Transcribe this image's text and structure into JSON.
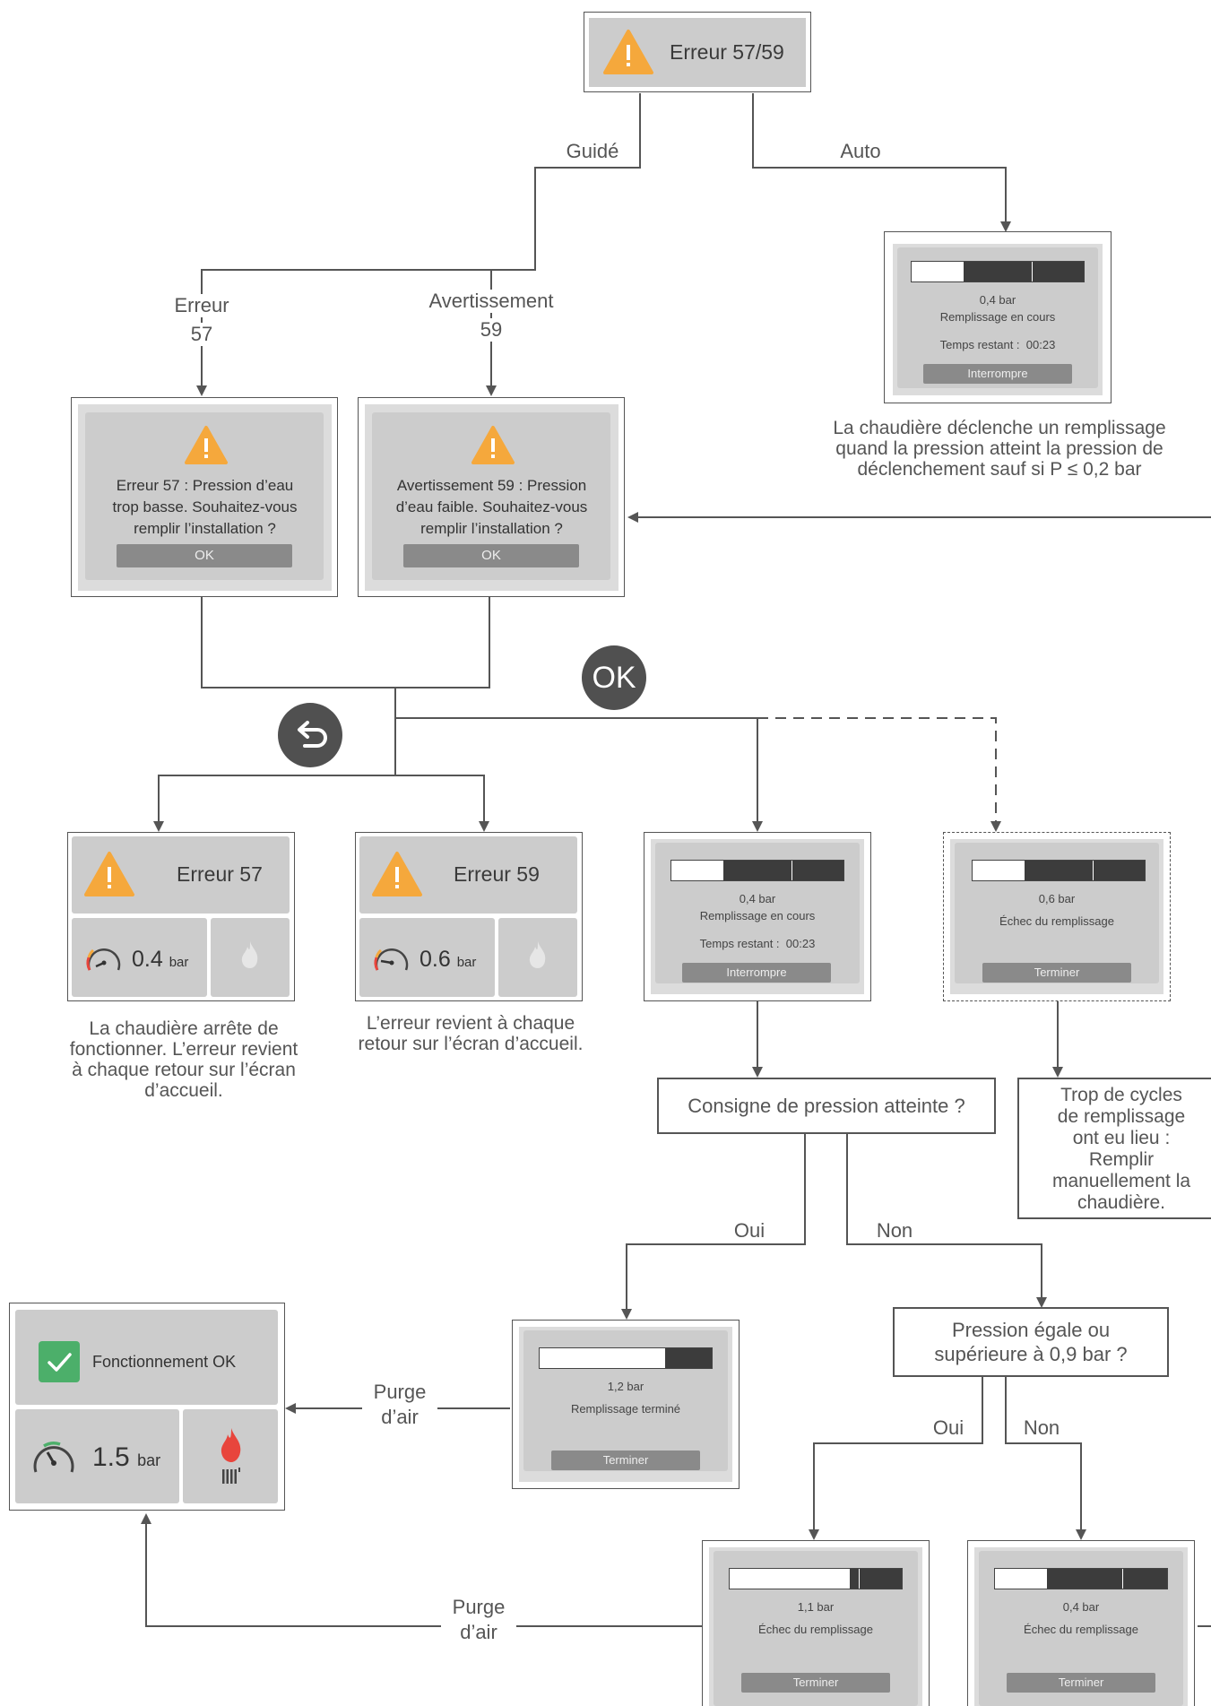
{
  "top": {
    "title": "Erreur 57/59"
  },
  "edges": {
    "guide": "Guidé",
    "auto": "Auto",
    "erreur57_line1": "Erreur",
    "erreur57_line2": "57",
    "avert59_line1": "Avertissement",
    "avert59_line2": "59",
    "oui1": "Oui",
    "non1": "Non",
    "oui2": "Oui",
    "non2": "Non",
    "purge1_line1": "Purge",
    "purge1_line2": "d’air",
    "purge2_line1": "Purge",
    "purge2_line2": "d’air"
  },
  "ok_circle": "OK",
  "auto_screen": {
    "pressure": "0,4 bar",
    "status": "Remplissage en cours",
    "time_label": "Temps restant :",
    "time_value": "00:23",
    "button": "Interrompre",
    "progress": 0.3
  },
  "auto_caption": [
    "La chaudière déclenche un remplissage",
    "quand la pression atteint la pression de",
    "déclenchement sauf si P ≤ 0,2 bar"
  ],
  "dialog57": {
    "lines": [
      "Erreur 57 : Pression d’eau",
      "trop basse. Souhaitez-vous",
      "remplir l’installation ?"
    ],
    "button": "OK"
  },
  "dialog59": {
    "lines": [
      "Avertissement 59 : Pression",
      "d’eau faible. Souhaitez-vous",
      "remplir l’installation ?"
    ],
    "button": "OK"
  },
  "home57": {
    "title": "Erreur 57",
    "value": "0.4",
    "unit": "bar"
  },
  "home59": {
    "title": "Erreur 59",
    "value": "0.6",
    "unit": "bar"
  },
  "cap57": [
    "La chaudière arrête de",
    "fonctionner. L’erreur revient",
    "à chaque retour sur l’écran",
    "d’accueil."
  ],
  "cap59": [
    "L’erreur revient à chaque",
    "retour sur l’écran d’accueil."
  ],
  "fill_screen": {
    "pressure": "0,4 bar",
    "status": "Remplissage en cours",
    "time_label": "Temps restant :",
    "time_value": "00:23",
    "button": "Interrompre",
    "progress": 0.3
  },
  "fail_screen": {
    "pressure": "0,6 bar",
    "status": "Échec du remplissage",
    "button": "Terminer",
    "progress": 0.3
  },
  "q_consigne": "Consigne de pression atteinte ?",
  "trop_cycles": [
    "Trop de cycles",
    "de remplissage",
    "ont eu lieu :",
    "Remplir",
    "manuellement la",
    "chaudière."
  ],
  "q_pression": [
    "Pression égale ou",
    "supérieure à 0,9 bar ?"
  ],
  "ok_screen": {
    "title": "Fonctionnement OK",
    "value": "1.5",
    "unit": "bar"
  },
  "done_screen": {
    "pressure": "1,2 bar",
    "status": "Remplissage terminé",
    "button": "Terminer",
    "progress": 0.73
  },
  "fail11_screen": {
    "pressure": "1,1 bar",
    "status": "Échec du remplissage",
    "button": "Terminer",
    "progress": 0.7
  },
  "fail04_screen": {
    "pressure": "0,4 bar",
    "status": "Échec du remplissage",
    "button": "Terminer",
    "progress": 0.3
  },
  "colors": {
    "warning": "#f5a83c",
    "ok_green": "#4caf6a",
    "flame": "#e8453c",
    "line": "#555555"
  }
}
